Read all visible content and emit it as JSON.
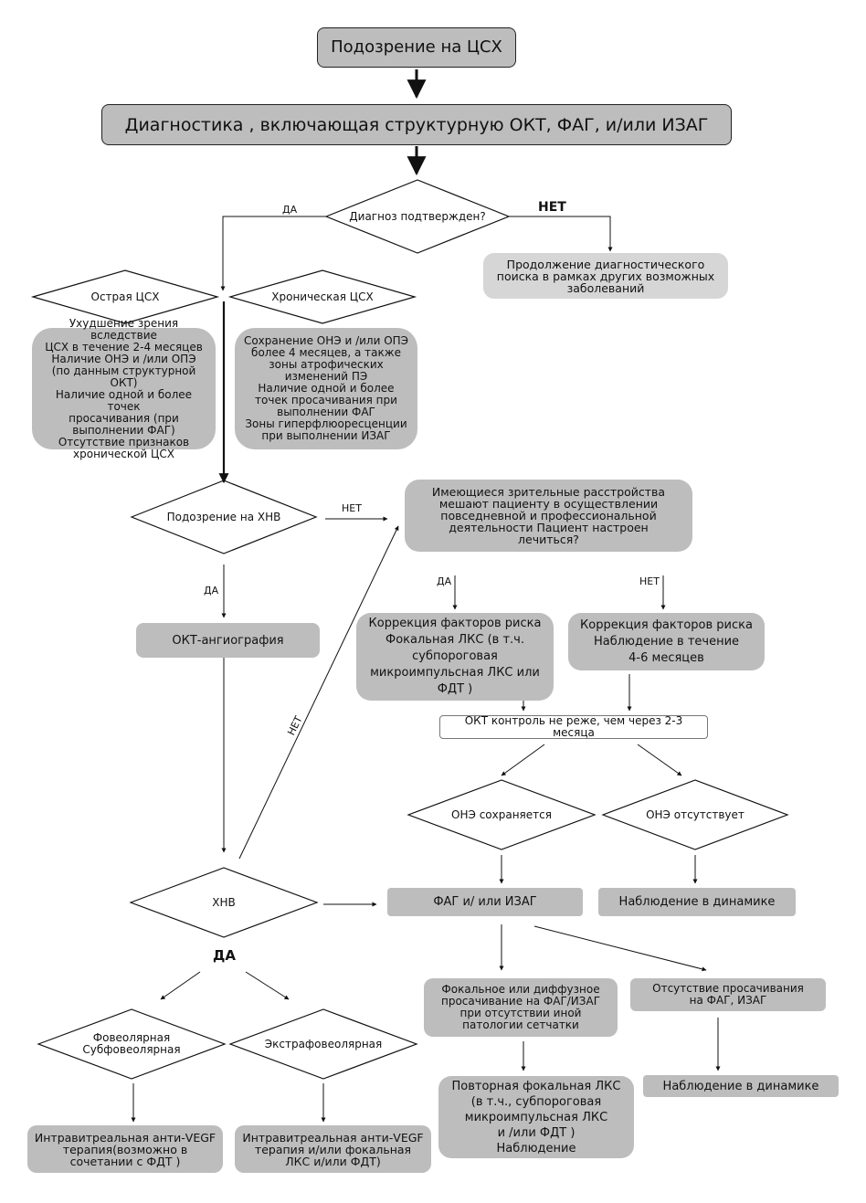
{
  "nodes": {
    "suspicion_csx": "Подозрение на ЦСХ",
    "diagnostics": "Диагностика , включающая структурную ОКТ, ФАГ, и/или ИЗАГ",
    "diagnosis_confirmed": "Диагноз подтвержден?",
    "continue_search": "Продолжение диагностического\nпоиска в рамках других возможных\nзаболеваний",
    "acute_csx": "Острая ЦСХ",
    "chronic_csx": "Хроническая ЦСХ",
    "acute_criteria": "Ухудшение зрения вследствие\nЦСХ в течение 2-4 месяцев\nНаличие ОНЭ и /или ОПЭ\n(по данным структурной ОКТ)\nНаличие одной и более точек\nпросачивания (при\nвыполнении ФАГ)\nОтсутствие признаков\nхронической ЦСХ",
    "chronic_criteria": "Сохранение ОНЭ и /или ОПЭ\nболее 4 месяцев, а также\nзоны атрофических\nизменений ПЭ\nНаличие одной и более\nточек просачивания при\nвыполнении ФАГ\nЗоны гиперфлюоресценции\nпри выполнении ИЗАГ",
    "suspicion_cnv": "Подозрение на ХНВ",
    "visual_impairment": "Имеющиеся зрительные расстройства\nмешают пациенту в осуществлении\nповседневной и профессиональной\nдеятельности Пациент настроен\nлечиться?",
    "oct_angiography": "ОКТ-ангиография",
    "risk_correction_laser": "Коррекция факторов риска\nФокальная ЛКС (в т.ч.\nсубпороговая\nмикроимпульсная ЛКС или\nФДТ )",
    "risk_correction_observe": "Коррекция факторов риска\nНаблюдение в течение\n4-6 месяцев",
    "oct_control": "ОКТ контроль не реже, чем через 2-3 месяца",
    "one_persists": "ОНЭ  сохраняется",
    "one_absent": "ОНЭ  отсутствует",
    "cnv": "ХНВ",
    "fag_izag": "ФАГ и/ или ИЗАГ",
    "observation_dynamic_1": "Наблюдение в динамике",
    "focal_diffuse": "Фокальное или диффузное\nпросачивание на ФАГ/ИЗАГ\nпри отсутствии иной\nпатологии сетчатки",
    "no_leakage": "Отсутствие просачивания\nна ФАГ, ИЗАГ",
    "foveolar": "Фовеолярная\nСубфовеолярная",
    "extrafoveolar": "Экстрафовеолярная",
    "repeat_laser": "Повторная фокальная ЛКС\n(в т.ч., субпороговая\nмикроимпульсная ЛКС\nи /или ФДТ )\nНаблюдение",
    "observation_dynamic_2": "Наблюдение в динамике",
    "anti_vegf_1": "Интравитреальная анти-VEGF\nтерапия(возможно в\nсочетании с ФДТ )",
    "anti_vegf_2": "Интравитреальная анти-VEGF\nтерапия и/или фокальная\nЛКС и/или  ФДТ)"
  },
  "edge_labels": {
    "yes_1": "ДА",
    "no_1": "НЕТ",
    "no_2": "НЕТ",
    "yes_2": "ДА",
    "yes_3": "ДА",
    "no_3": "НЕТ",
    "no_diag": "НЕТ",
    "yes_big": "ДА"
  }
}
